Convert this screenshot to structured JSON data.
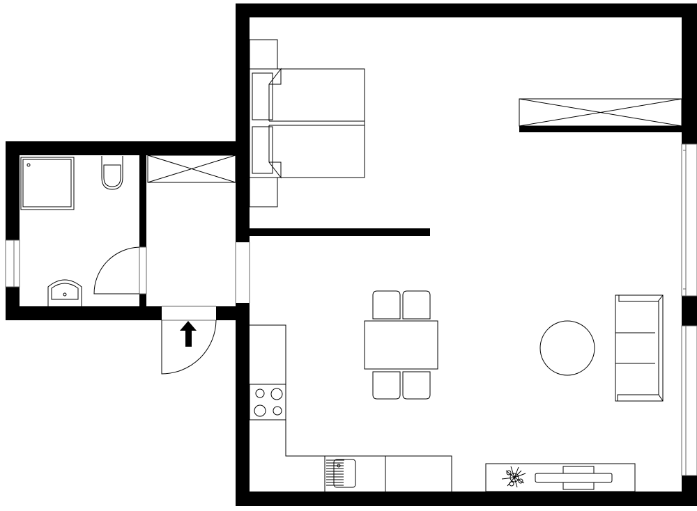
{
  "floor_plan": {
    "wall_color": "#000000",
    "background_color": "#ffffff",
    "rooms": [
      "bathroom",
      "entry-hall",
      "bedroom-area",
      "living-dining-kitchen"
    ],
    "furniture": [
      "double-bed",
      "nightstand",
      "nightstand",
      "wardrobe",
      "hall-closet",
      "shower",
      "toilet",
      "washbasin",
      "dining-table",
      "dining-chair",
      "dining-chair",
      "dining-chair",
      "dining-chair",
      "round-coffee-table",
      "sofa",
      "kitchen-counter",
      "cooktop",
      "kitchen-sink",
      "tv-sideboard",
      "tv",
      "plant"
    ],
    "entrance_arrow_icon": "arrow-up-icon"
  }
}
